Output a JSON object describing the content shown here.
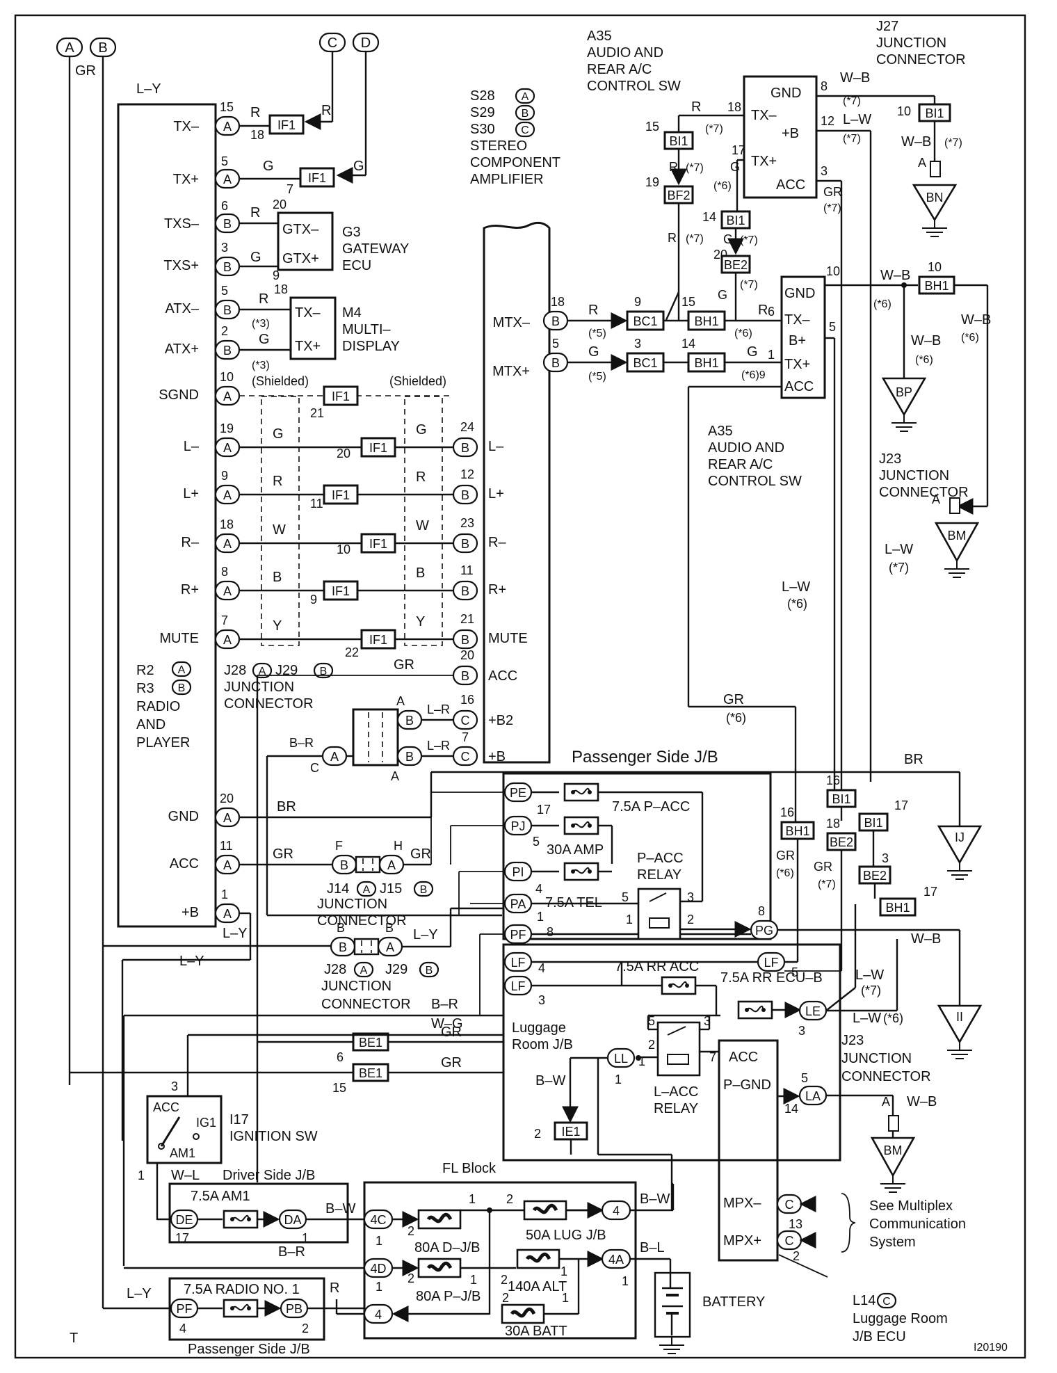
{
  "pins": {
    "r_tx_minus": "TX–",
    "r_tx_plus": "TX+",
    "r_txs_minus": "TXS–",
    "r_txs_plus": "TXS+",
    "r_atx_minus": "ATX–",
    "r_atx_plus": "ATX+",
    "r_sgnd": "SGND",
    "r_l_minus": "L–",
    "r_l_plus": "L+",
    "r_r_minus": "R–",
    "r_r_plus": "R+",
    "r_mute": "MUTE",
    "r_gnd": "GND",
    "r_acc": "ACC",
    "r_b_plus": "+B",
    "a_l_minus": "L–",
    "a_l_plus": "L+",
    "a_r_minus": "R–",
    "a_r_plus": "R+",
    "a_mute": "MUTE",
    "a_acc": "ACC",
    "a_b2": "+B2",
    "a_b": "+B",
    "a_mtx_minus": "MTX–",
    "a_mtx_plus": "MTX+",
    "g3_gtx_minus": "GTX–",
    "g3_gtx_plus": "GTX+",
    "m4_tx_minus": "TX–",
    "m4_tx_plus": "TX+",
    "a35t_gnd": "GND",
    "a35t_tx_minus": "TX–",
    "a35t_b_plus": "+B",
    "a35t_tx_plus": "TX+",
    "a35t_acc": "ACC",
    "a35b_gnd": "GND",
    "a35b_tx_minus": "TX–",
    "a35b_b_plus": "B+",
    "a35b_tx_plus": "TX+",
    "a35b_acc": "ACC",
    "l14_acc": "ACC",
    "l14_pgnd": "P–GND",
    "l14_mpx_minus": "MPX–",
    "l14_mpx_plus": "MPX+",
    "ig_acc": "ACC",
    "ig_ig1": "IG1",
    "ig_am1": "AM1"
  },
  "components": {
    "radio": [
      "R2",
      "R3",
      "RADIO",
      "AND",
      "PLAYER"
    ],
    "amp": [
      "S28",
      "S29",
      "S30",
      "STEREO",
      "COMPONENT",
      "AMPLIFIER"
    ],
    "g3": [
      "G3",
      "GATEWAY",
      "ECU"
    ],
    "m4": [
      "M4",
      "MULTI–",
      "DISPLAY"
    ],
    "a35_top": [
      "A35",
      "AUDIO AND",
      "REAR A/C",
      "CONTROL SW"
    ],
    "a35_mid": [
      "A35",
      "AUDIO AND",
      "REAR A/C",
      "CONTROL SW"
    ],
    "j27": [
      "J27",
      "JUNCTION",
      "CONNECTOR"
    ],
    "j23_top": [
      "J23",
      "JUNCTION",
      "CONNECTOR"
    ],
    "j23_bot": [
      "J23",
      "JUNCTION",
      "CONNECTOR"
    ],
    "j28_j29_top": [
      "J28",
      "J29",
      "JUNCTION",
      "CONNECTOR"
    ],
    "j14_j15": [
      "J14",
      "J15",
      "JUNCTION",
      "CONNECTOR"
    ],
    "j28_j29_bot": [
      "J28",
      "J29",
      "JUNCTION",
      "CONNECTOR"
    ],
    "ignition": [
      "I17",
      "IGNITION SW"
    ],
    "l14": [
      "L14",
      "Luggage Room",
      "J/B ECU"
    ],
    "p_acc_relay": [
      "P–ACC",
      "RELAY"
    ],
    "l_acc_relay": [
      "L–ACC",
      "RELAY"
    ],
    "multiplex": [
      "See Multiplex",
      "Communication",
      "System"
    ],
    "battery": "BATTERY"
  },
  "blocks": {
    "passenger_jb": "Passenger Side J/B",
    "luggage_jb": [
      "Luggage",
      "Room J/B"
    ],
    "driver_jb": "Driver Side J/B",
    "fl_block": "FL Block",
    "passenger_jb_bottom": "Passenger Side J/B"
  },
  "fuses": {
    "p_acc": "7.5A P–ACC",
    "amp": "30A AMP",
    "tel": "7.5A TEL",
    "rr_acc": "7.5A RR ACC",
    "rr_ecu_b": "7.5A RR ECU–B",
    "am1": "7.5A AM1",
    "radio_no1": "7.5A RADIO NO. 1",
    "dj_b": "80A D–J/B",
    "lug_j_b": "50A LUG J/B",
    "pj_b": "80A P–J/B",
    "alt": "140A ALT",
    "batt": "30A BATT"
  },
  "connector_letters": {
    "a": "A",
    "b": "B",
    "c": "C",
    "d": "D"
  },
  "shielded": "(Shielded)",
  "wire_colors": {
    "gr": "GR",
    "ly": "L–Y",
    "r": "R",
    "g": "G",
    "w": "W",
    "b": "B",
    "y": "Y",
    "lr": "L–R",
    "br_red": "B–R",
    "br": "BR",
    "wb": "W–B",
    "lw": "L–W",
    "bw": "B–W",
    "wg": "W–G",
    "wl": "W–L",
    "bl": "B–L"
  },
  "notes": {
    "n3": "(*3)",
    "n5": "(*5)",
    "n6": "(*6)",
    "n7": "(*7)",
    "n69": "(*6)9"
  },
  "ground_labels": {
    "bn": "BN",
    "bp": "BP",
    "bm1": "BM",
    "ij": "IJ",
    "ii": "II",
    "bm2": "BM"
  },
  "corner": {
    "left": "T",
    "code": "I20190"
  }
}
